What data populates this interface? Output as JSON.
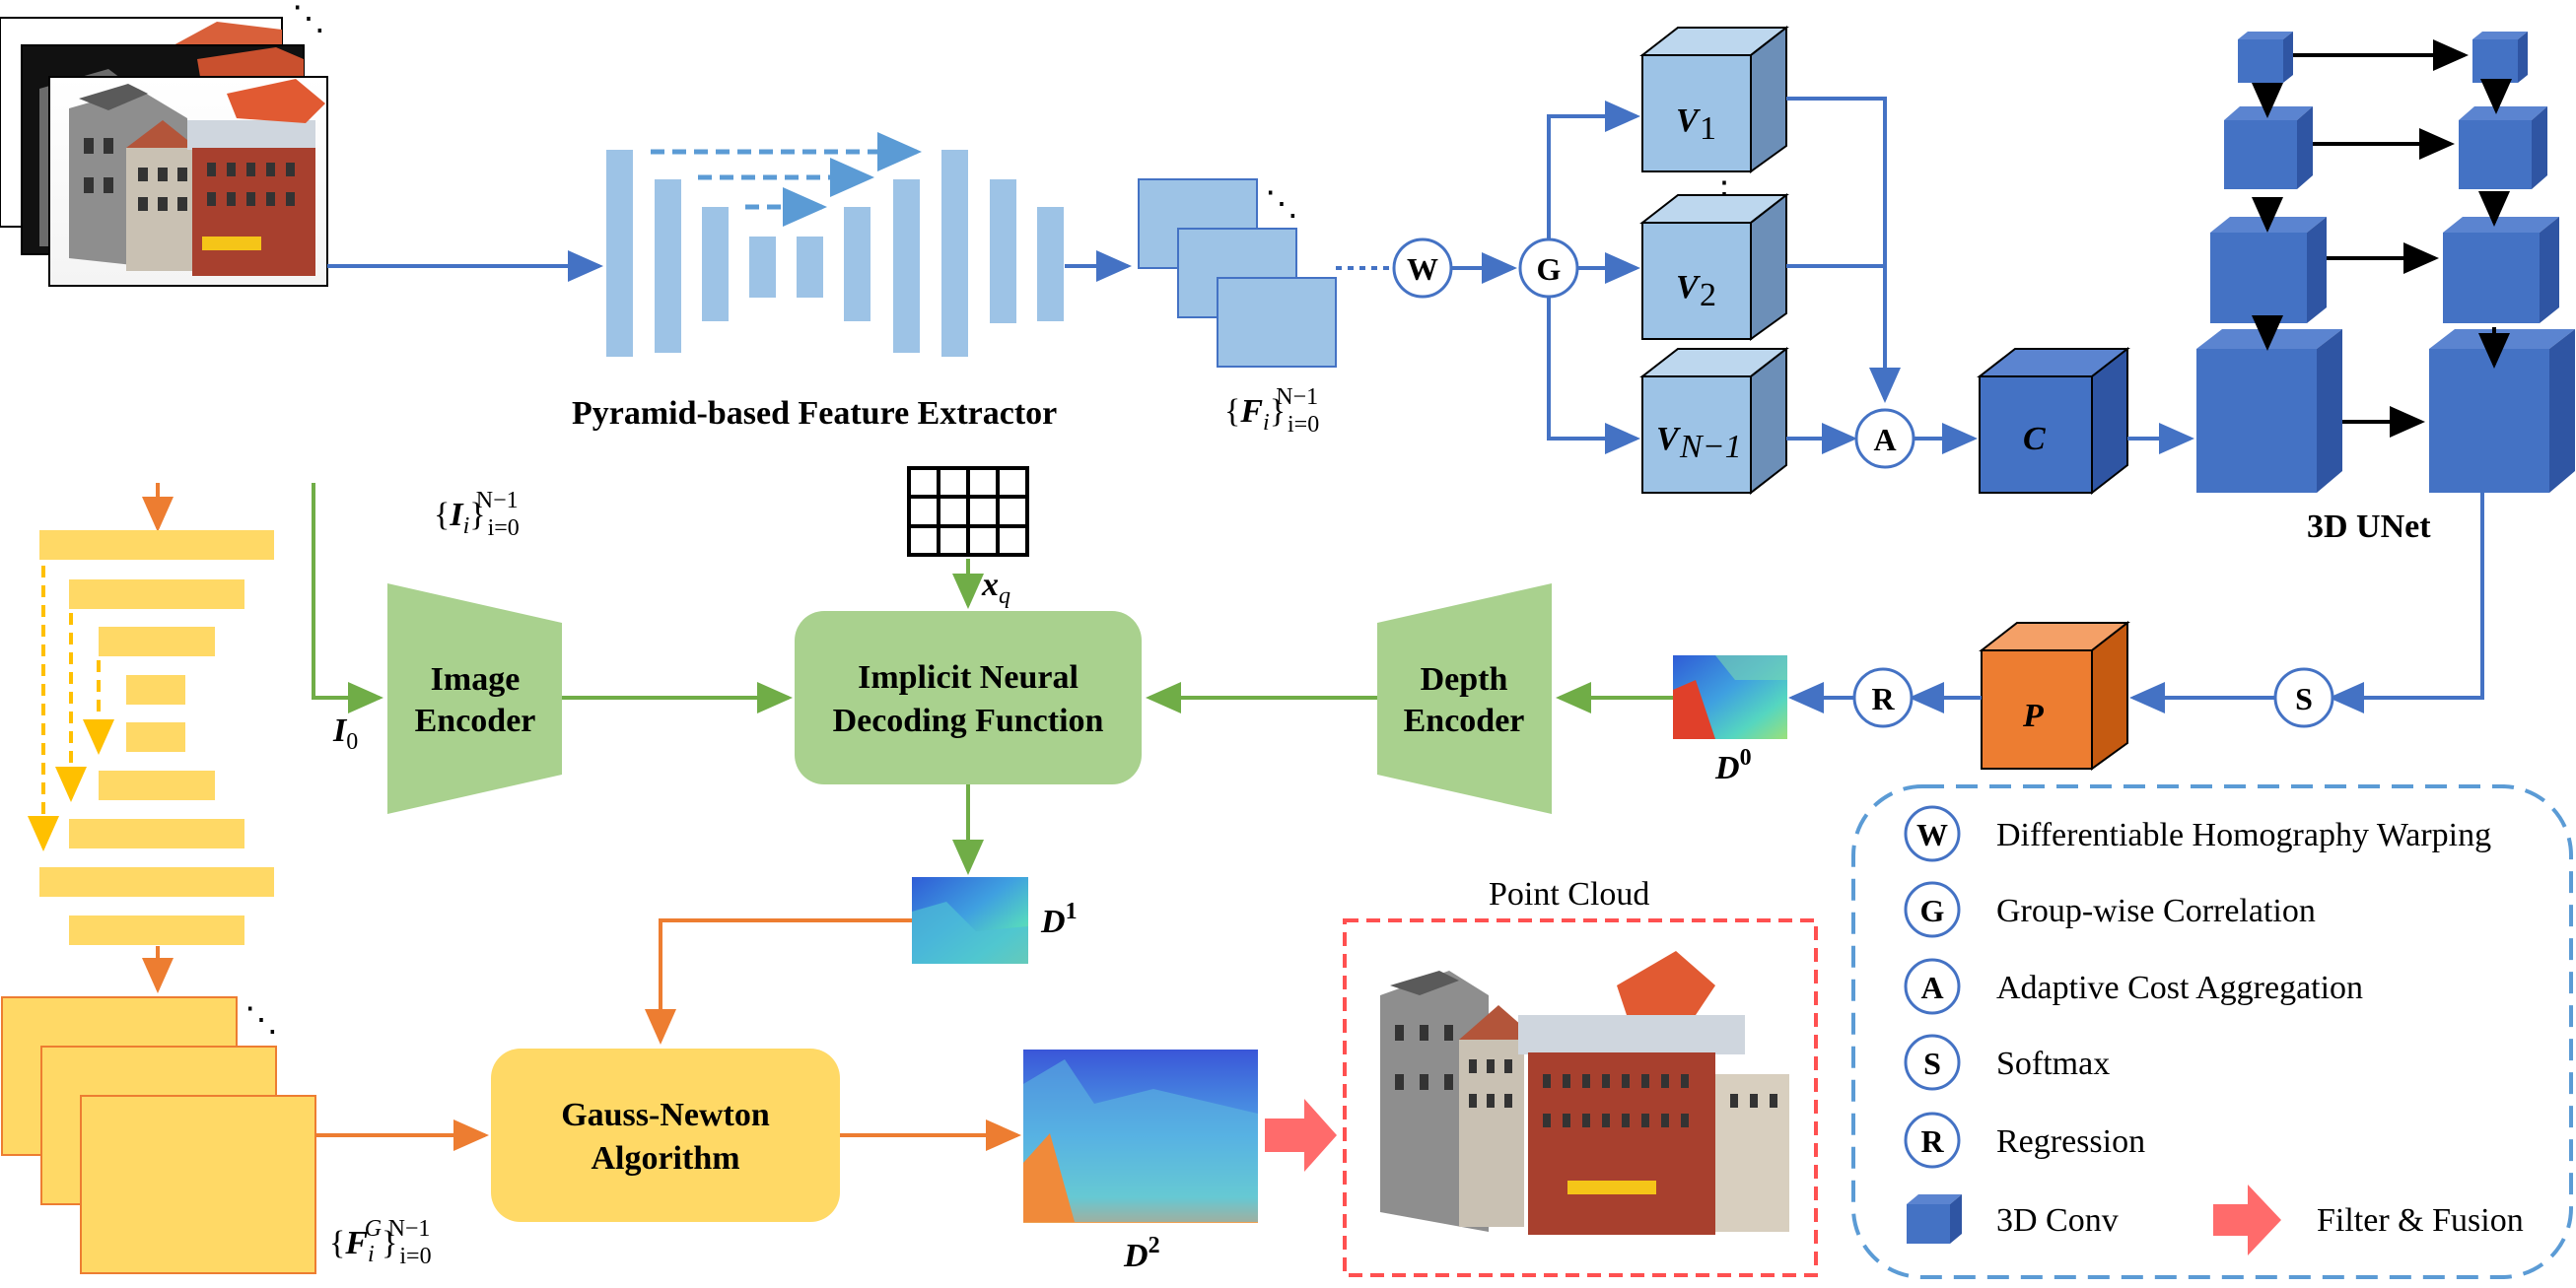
{
  "colors": {
    "blue_arrow": "#4472c4",
    "light_blue": "#9dc3e6",
    "cube_light": "#9dc3e6",
    "cube_dark": "#4472c4",
    "green_arrow": "#70ad47",
    "green_block": "#a9d18e",
    "yellow": "#ffd966",
    "yellow_dash": "#ffc000",
    "orange_arrow": "#ed7d31",
    "orange_cube": "#ed7d31",
    "red_dash": "#ff5050",
    "fusion_arrow": "#ff6b6b"
  },
  "labels": {
    "feature_extractor": "Pyramid-based Feature Extractor",
    "unet": "3D UNet",
    "image_encoder_l1": "Image",
    "image_encoder_l2": "Encoder",
    "implicit_l1": "Implicit Neural",
    "implicit_l2": "Decoding Function",
    "depth_encoder_l1": "Depth",
    "depth_encoder_l2": "Encoder",
    "gauss_l1": "Gauss-Newton",
    "gauss_l2": "Algorithm",
    "point_cloud": "Point Cloud",
    "ellipsis": "⋱",
    "vdots": "⋮"
  },
  "math": {
    "images_set": "{I",
    "images_sub": "i",
    "images_range_sub": "i=0",
    "images_range_sup": "N−1",
    "features_set": "{F",
    "features_sub": "i",
    "features_range_sub": "i=0",
    "features_range_sup": "N−1",
    "g_features_set": "{F",
    "g_features_sub": "i",
    "g_features_sup": "G",
    "g_features_range_sub": "i=0",
    "g_features_range_sup": "N−1",
    "v1": "V",
    "v1_sub": "1",
    "v2": "V",
    "v2_sub": "2",
    "vn": "V",
    "vn_sub": "N−1",
    "cost": "C",
    "prob": "P",
    "xq": "x",
    "xq_sub": "q",
    "i0": "I",
    "i0_sub": "0",
    "d0": "D",
    "d0_sup": "0",
    "d1": "D",
    "d1_sup": "1",
    "d2": "D",
    "d2_sup": "2"
  },
  "ops": {
    "W": "W",
    "G": "G",
    "A": "A",
    "S": "S",
    "R": "R"
  },
  "legend": [
    {
      "symbol": "W",
      "text": "Differentiable Homography Warping"
    },
    {
      "symbol": "G",
      "text": "Group-wise Correlation"
    },
    {
      "symbol": "A",
      "text": "Adaptive Cost Aggregation"
    },
    {
      "symbol": "S",
      "text": "Softmax"
    },
    {
      "symbol": "R",
      "text": "Regression"
    },
    {
      "symbol": "cube",
      "text": "3D Conv"
    },
    {
      "symbol": "arrow",
      "text": "Filter & Fusion"
    }
  ]
}
